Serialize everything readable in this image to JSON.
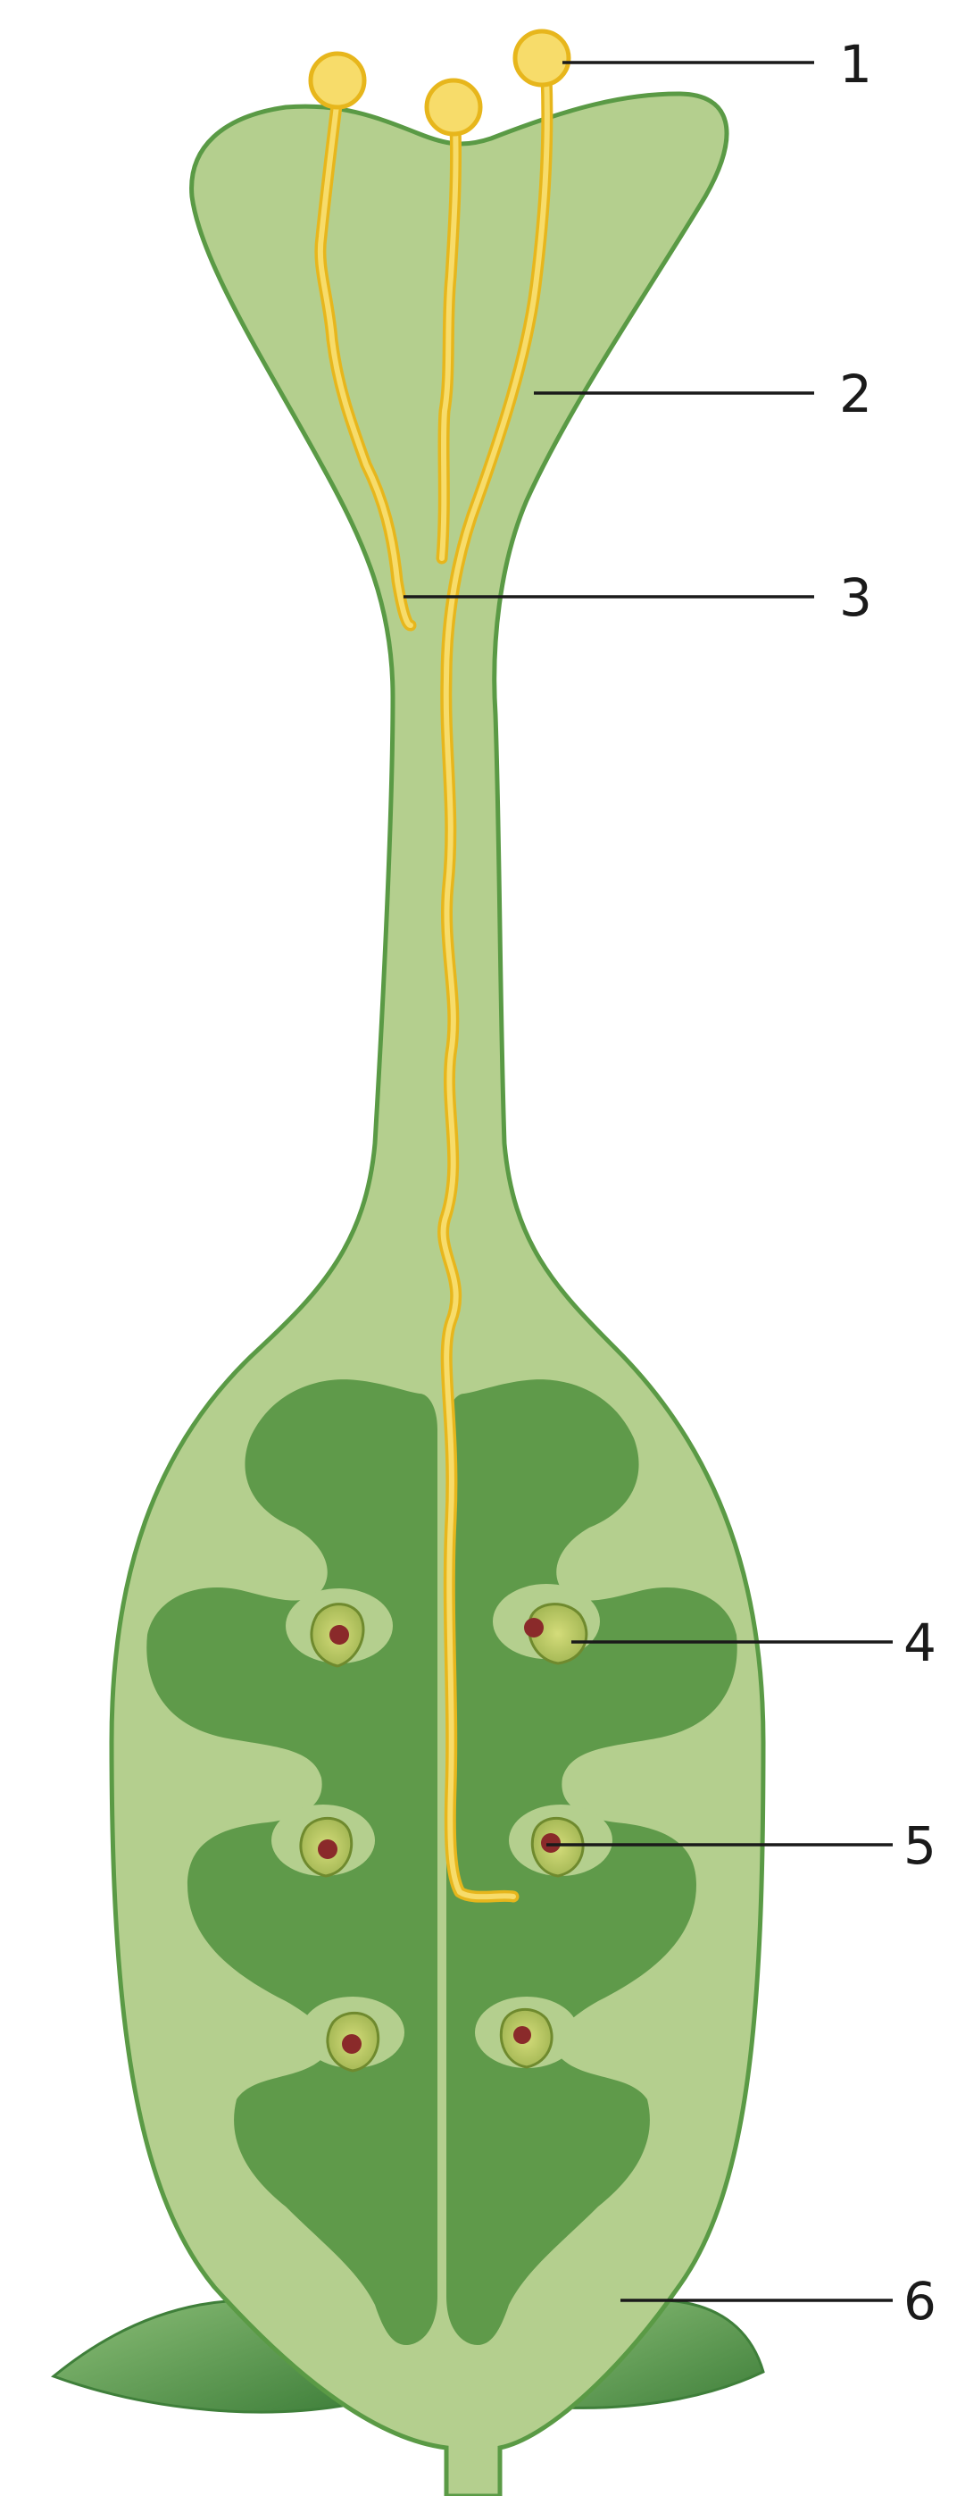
{
  "diagram": {
    "subject": "pistil-pollen-tube-cross-section",
    "labels": [
      "1",
      "2",
      "3",
      "4",
      "5",
      "6"
    ],
    "colors": {
      "pistil_light": "#b4cf8e",
      "pistil_outline": "#5a9a45",
      "locule_dark": "#5f9a4a",
      "ovule": "#a8bc5a",
      "ovule_nucleus": "#8a2a2a",
      "pollen_fill": "#f7dc6a",
      "pollen_outline": "#e7b61c",
      "sepal": "#4f8f45",
      "leader_line": "#1a1a1a"
    }
  }
}
